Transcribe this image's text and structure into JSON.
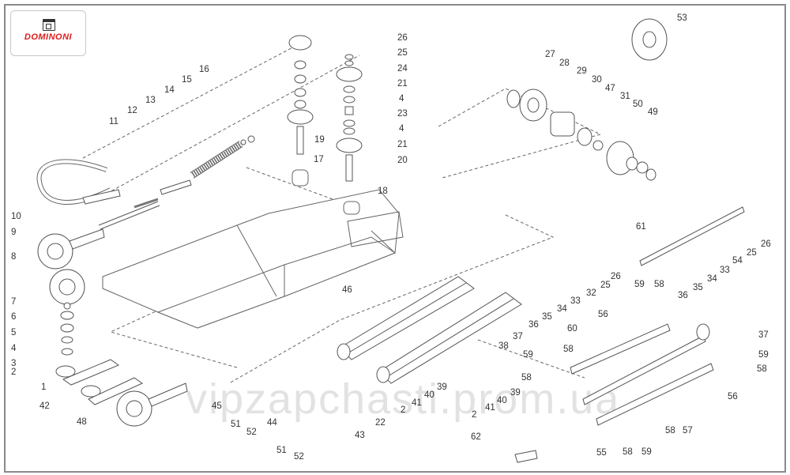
{
  "brand": {
    "name": "DOMINONI",
    "color": "#e01b1b"
  },
  "watermark": "vipzapchasti.prom.ua",
  "callouts": [
    {
      "id": "c1",
      "text": "1"
    },
    {
      "id": "c2",
      "text": "2"
    },
    {
      "id": "c3",
      "text": "3"
    },
    {
      "id": "c4",
      "text": "4"
    },
    {
      "id": "c5",
      "text": "5"
    },
    {
      "id": "c6",
      "text": "6"
    },
    {
      "id": "c7",
      "text": "7"
    },
    {
      "id": "c8",
      "text": "8"
    },
    {
      "id": "c9",
      "text": "9"
    },
    {
      "id": "c10",
      "text": "10"
    },
    {
      "id": "c11",
      "text": "11"
    },
    {
      "id": "c12",
      "text": "12"
    },
    {
      "id": "c13",
      "text": "13"
    },
    {
      "id": "c14",
      "text": "14"
    },
    {
      "id": "c15",
      "text": "15"
    },
    {
      "id": "c16",
      "text": "16"
    },
    {
      "id": "c17",
      "text": "17"
    },
    {
      "id": "c18",
      "text": "18"
    },
    {
      "id": "c19",
      "text": "19"
    },
    {
      "id": "c20",
      "text": "20"
    },
    {
      "id": "c21a",
      "text": "21"
    },
    {
      "id": "c4a",
      "text": "4"
    },
    {
      "id": "c23",
      "text": "23"
    },
    {
      "id": "c4b",
      "text": "4"
    },
    {
      "id": "c21b",
      "text": "21"
    },
    {
      "id": "c24",
      "text": "24"
    },
    {
      "id": "c25a",
      "text": "25"
    },
    {
      "id": "c26a",
      "text": "26"
    },
    {
      "id": "c27",
      "text": "27"
    },
    {
      "id": "c28",
      "text": "28"
    },
    {
      "id": "c29",
      "text": "29"
    },
    {
      "id": "c30",
      "text": "30"
    },
    {
      "id": "c47",
      "text": "47"
    },
    {
      "id": "c31",
      "text": "31"
    },
    {
      "id": "c50",
      "text": "50"
    },
    {
      "id": "c49",
      "text": "49"
    },
    {
      "id": "c53",
      "text": "53"
    },
    {
      "id": "c61",
      "text": "61"
    },
    {
      "id": "c26b",
      "text": "26"
    },
    {
      "id": "c25b",
      "text": "25"
    },
    {
      "id": "c54",
      "text": "54"
    },
    {
      "id": "c33b",
      "text": "33"
    },
    {
      "id": "c34b",
      "text": "34"
    },
    {
      "id": "c35b",
      "text": "35"
    },
    {
      "id": "c36b",
      "text": "36"
    },
    {
      "id": "c37b",
      "text": "37"
    },
    {
      "id": "c58a",
      "text": "58"
    },
    {
      "id": "c59a",
      "text": "59"
    },
    {
      "id": "c26c",
      "text": "26"
    },
    {
      "id": "c25c",
      "text": "25"
    },
    {
      "id": "c32",
      "text": "32"
    },
    {
      "id": "c33a",
      "text": "33"
    },
    {
      "id": "c34a",
      "text": "34"
    },
    {
      "id": "c35a",
      "text": "35"
    },
    {
      "id": "c36a",
      "text": "36"
    },
    {
      "id": "c37a",
      "text": "37"
    },
    {
      "id": "c38",
      "text": "38"
    },
    {
      "id": "c46",
      "text": "46"
    },
    {
      "id": "c56a",
      "text": "56"
    },
    {
      "id": "c60",
      "text": "60"
    },
    {
      "id": "c58b",
      "text": "58"
    },
    {
      "id": "c59b",
      "text": "59"
    },
    {
      "id": "c58c",
      "text": "58"
    },
    {
      "id": "c59c",
      "text": "59"
    },
    {
      "id": "c58d",
      "text": "58"
    },
    {
      "id": "c59d",
      "text": "59"
    },
    {
      "id": "c56b",
      "text": "56"
    },
    {
      "id": "c57",
      "text": "57"
    },
    {
      "id": "c58e",
      "text": "58"
    },
    {
      "id": "c58f",
      "text": "58"
    },
    {
      "id": "c59e",
      "text": "59"
    },
    {
      "id": "c55",
      "text": "55"
    },
    {
      "id": "c39a",
      "text": "39"
    },
    {
      "id": "c40a",
      "text": "40"
    },
    {
      "id": "c41a",
      "text": "41"
    },
    {
      "id": "c2b",
      "text": "2"
    },
    {
      "id": "c62",
      "text": "62"
    },
    {
      "id": "c39b",
      "text": "39"
    },
    {
      "id": "c40b",
      "text": "40"
    },
    {
      "id": "c41b",
      "text": "41"
    },
    {
      "id": "c2c",
      "text": "2"
    },
    {
      "id": "c22",
      "text": "22"
    },
    {
      "id": "c43",
      "text": "43"
    },
    {
      "id": "c44",
      "text": "44"
    },
    {
      "id": "c45",
      "text": "45"
    },
    {
      "id": "c51a",
      "text": "51"
    },
    {
      "id": "c52a",
      "text": "52"
    },
    {
      "id": "c51b",
      "text": "51"
    },
    {
      "id": "c52b",
      "text": "52"
    },
    {
      "id": "c42",
      "text": "42"
    },
    {
      "id": "c48",
      "text": "48"
    }
  ]
}
